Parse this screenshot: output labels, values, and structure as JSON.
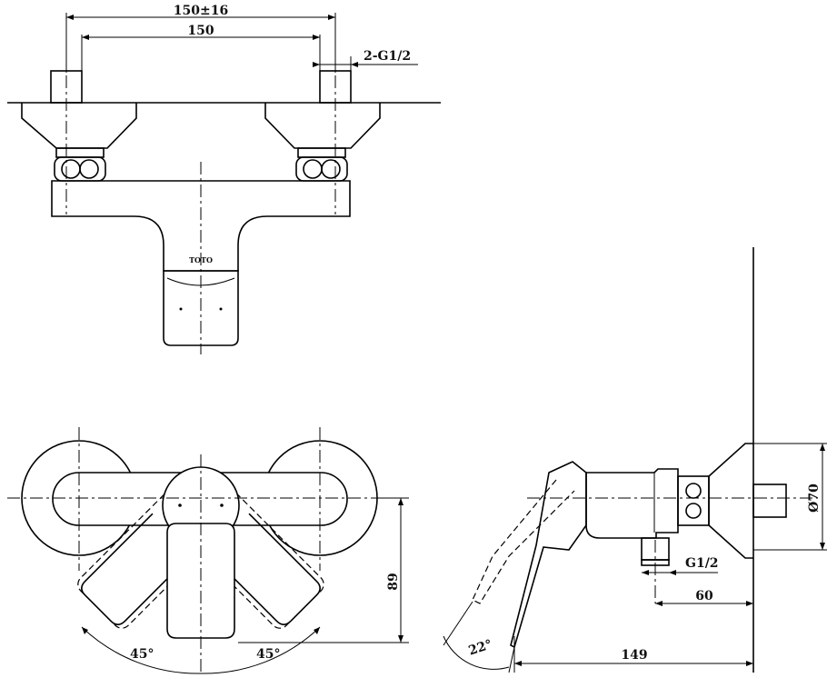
{
  "dimensions": {
    "center_distance_tolerance": "150±16",
    "center_distance": "150",
    "inlet_thread": "2-G1/2",
    "wall_plate_diameter": "Ø70",
    "front_depth": "89",
    "outlet_thread": "G1/2",
    "outlet_offset": "60",
    "total_projection": "149"
  },
  "angles": {
    "left_swing": "45°",
    "right_swing": "45°",
    "lever_lift": "22°"
  },
  "logo": "TOTO"
}
